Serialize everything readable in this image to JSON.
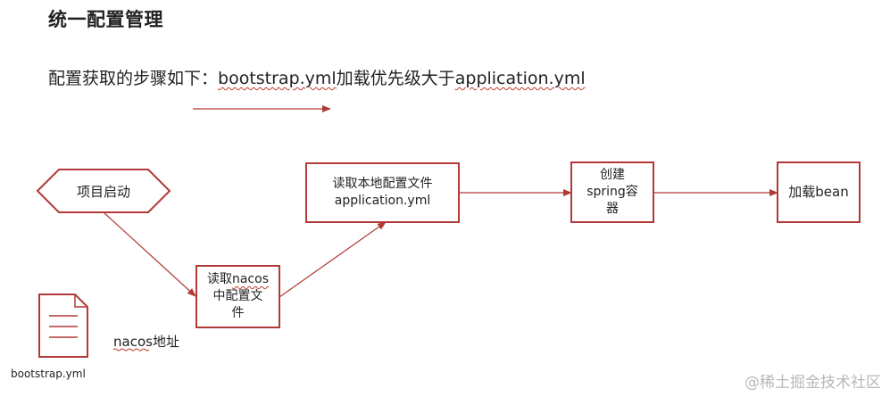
{
  "title": "统一配置管理",
  "subtitle": {
    "prefix": "配置获取的步骤如下：",
    "bootstrap": "bootstrap.yml",
    "middle": "加载优先级大于",
    "application": "application.yml"
  },
  "nodes": {
    "start": "项目启动",
    "read_nacos": [
      "读取",
      "nacos",
      "中配置文",
      "件"
    ],
    "read_local": [
      "读取本地配置文件",
      "application.yml"
    ],
    "create_container": [
      "创建",
      "spring容",
      "器"
    ],
    "load_bean": "加载bean"
  },
  "document": {
    "label": "bootstrap.yml",
    "icon": "document-icon"
  },
  "nacos_address": {
    "nacos": "nacos",
    "suffix": "地址"
  },
  "watermark": "@稀土掘金技术社区",
  "colors": {
    "accent": "#b03a38",
    "text": "#222222",
    "watermark": "#b8b8b8"
  }
}
